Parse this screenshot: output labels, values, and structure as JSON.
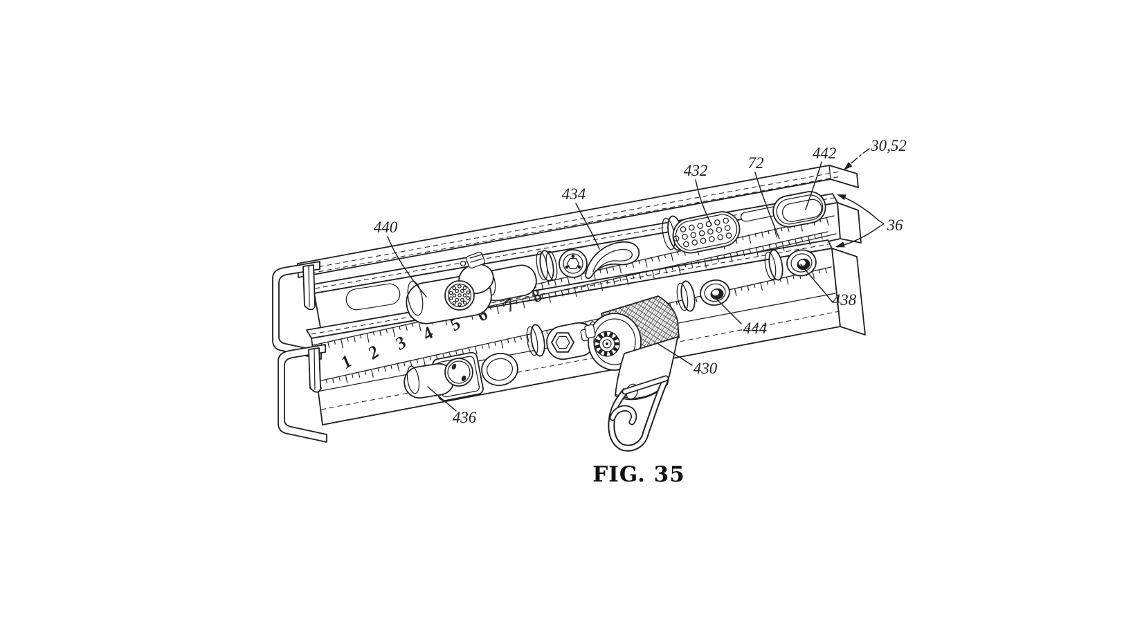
{
  "figure": {
    "type": "patent-line-drawing",
    "caption": "FIG. 35",
    "reference_labels": [
      {
        "id": "440",
        "text": "440"
      },
      {
        "id": "434",
        "text": "434"
      },
      {
        "id": "432",
        "text": "432"
      },
      {
        "id": "72",
        "text": "72"
      },
      {
        "id": "442",
        "text": "442"
      },
      {
        "id": "30,52",
        "text": "30,52"
      },
      {
        "id": "36",
        "text": "36"
      },
      {
        "id": "438",
        "text": "438"
      },
      {
        "id": "444",
        "text": "444"
      },
      {
        "id": "430",
        "text": "430"
      },
      {
        "id": "436",
        "text": "436"
      }
    ],
    "ruler": {
      "numbers": [
        "1",
        "2",
        "3",
        "4",
        "5",
        "6",
        "7",
        "8"
      ]
    },
    "colors": {
      "ink": "#1f1f1f",
      "background": "#ffffff"
    }
  }
}
